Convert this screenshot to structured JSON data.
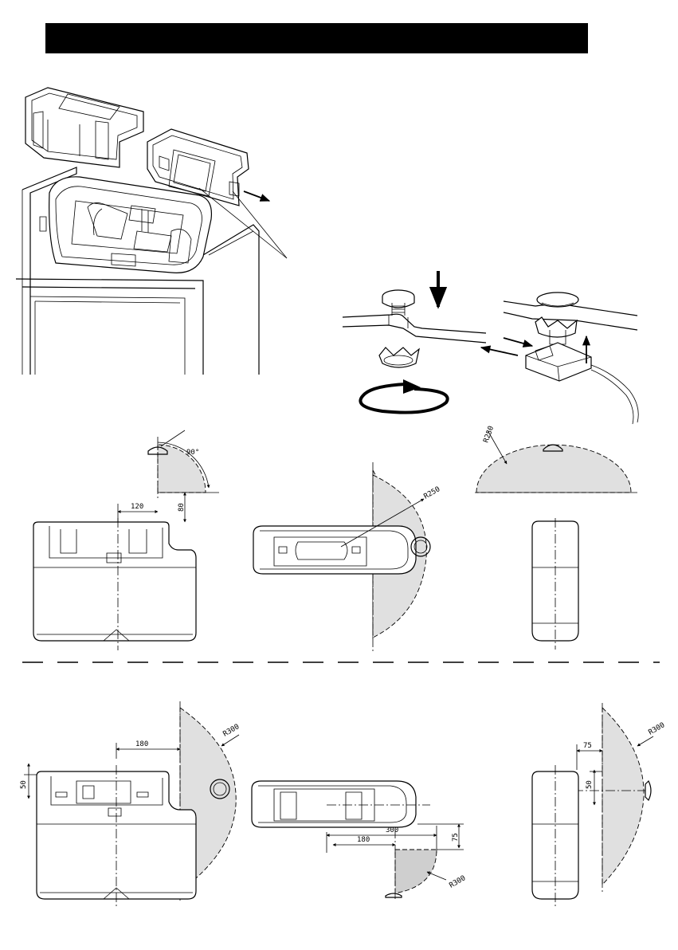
{
  "header": {
    "title": ""
  },
  "dimensions": {
    "angle_90": "90°",
    "d120": "120",
    "d80": "80",
    "r250_top": "R250",
    "r250_mid": "R250",
    "r300_a": "R300",
    "r300_b": "R300",
    "r300_c": "R300",
    "d180_a": "180",
    "d50_a": "50",
    "d300": "300",
    "d180_b": "180",
    "d75_a": "75",
    "d75_b": "75",
    "d50_b": "50"
  }
}
